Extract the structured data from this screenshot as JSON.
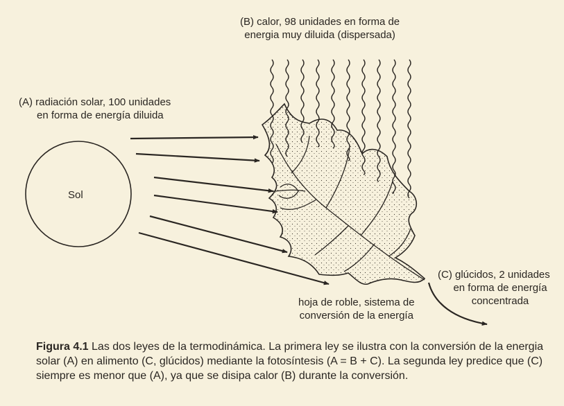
{
  "labels": {
    "heat_line1": "(B) calor, 98 unidades en forma de",
    "heat_line2": "energia muy diluida (dispersada)",
    "solar_line1": "(A) radiación solar, 100 unidades",
    "solar_line2": "en forma de energía diluida",
    "sun": "Sol",
    "sugar_line1": "(C) glúcidos, 2 unidades",
    "sugar_line2": "en forma de energía",
    "sugar_line3": "concentrada",
    "leaf_line1": "hoja de roble, sistema de",
    "leaf_line2": "conversión de la energía"
  },
  "caption": {
    "figure": "Figura 4.1",
    "text": " Las dos leyes de la termodinámica. La primera ley se ilustra con la conversión de la energia solar (A) en alimento (C, glúcidos) mediante la fotosíntesis (A = B + C). La segunda ley predice que (C) siempre es menor que (A), ya que se disipa calor (B) durante la conversión."
  },
  "colors": {
    "background": "#f7f1dd",
    "ink": "#2a2622"
  }
}
